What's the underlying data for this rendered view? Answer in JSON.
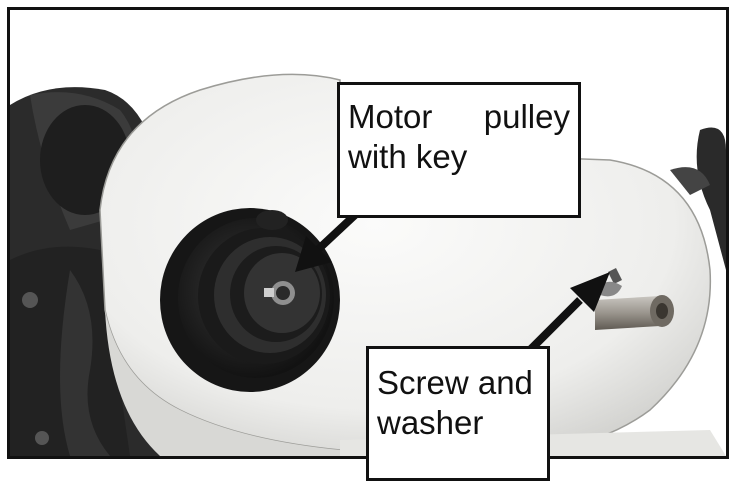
{
  "figure": {
    "subject": "motor-pulley-and-belt-cover",
    "colors": {
      "frame": "#111111",
      "cover": "#f1f1ef",
      "motor": "#2a2a2a",
      "pulley": "#1c1c1c"
    },
    "callouts": {
      "motor_pulley": {
        "line1_word1": "Motor",
        "line1_word2": "pulley",
        "line2": "with key"
      },
      "screw_washer": {
        "line1": "Screw and",
        "line2": "washer"
      }
    }
  }
}
